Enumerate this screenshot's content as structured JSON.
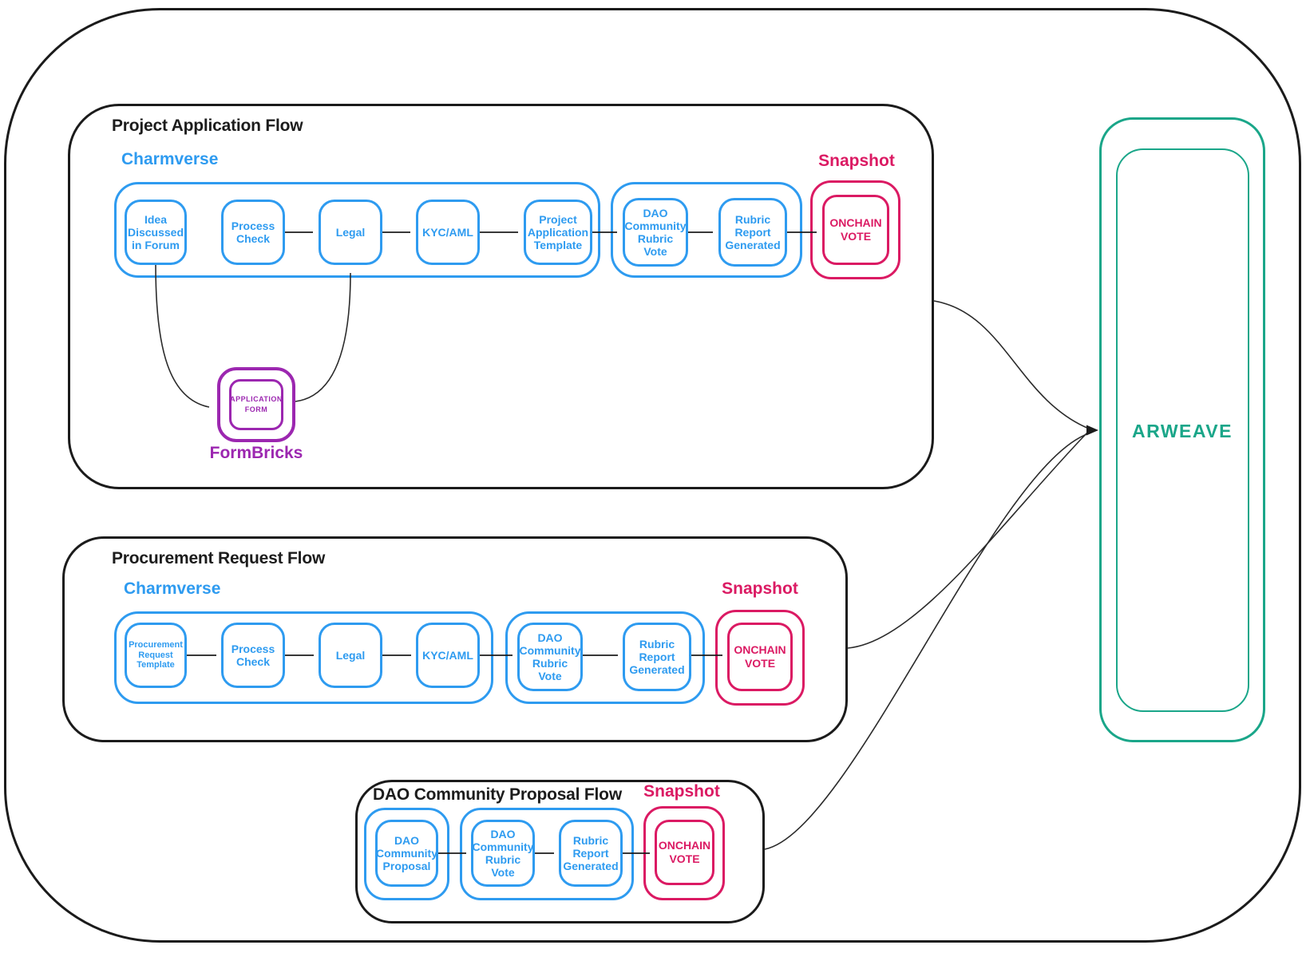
{
  "colors": {
    "blue": "#2e9bf0",
    "pink": "#db1a63",
    "purple": "#9c27b0",
    "green": "#1aa689",
    "line": "#1b1b1b"
  },
  "flows": [
    {
      "title": "Project Application Flow",
      "platform_label": "Charmverse",
      "snapshot_label": "Snapshot",
      "boxes": {
        "idea": "Idea Discussed in Forum",
        "process": "Process Check",
        "legal": "Legal",
        "kyc": "KYC/AML",
        "template": "Project Application Template",
        "rubric_vote": "DAO Community Rubric Vote",
        "rubric_report": "Rubric Report Generated",
        "onchain": "ONCHAIN VOTE"
      },
      "formbricks": {
        "label": "FormBricks",
        "box": "APPLICATION FORM"
      }
    },
    {
      "title": "Procurement Request Flow",
      "platform_label": "Charmverse",
      "snapshot_label": "Snapshot",
      "boxes": {
        "template": "Procurement Request Template",
        "process": "Process Check",
        "legal": "Legal",
        "kyc": "KYC/AML",
        "rubric_vote": "DAO Community Rubric Vote",
        "rubric_report": "Rubric Report Generated",
        "onchain": "ONCHAIN VOTE"
      }
    },
    {
      "title": "DAO Community Proposal Flow",
      "snapshot_label": "Snapshot",
      "boxes": {
        "proposal": "DAO Community Proposal",
        "rubric_vote": "DAO Community Rubric Vote",
        "rubric_report": "Rubric Report Generated",
        "onchain": "ONCHAIN VOTE"
      }
    }
  ],
  "storage": {
    "label": "ARWEAVE"
  }
}
